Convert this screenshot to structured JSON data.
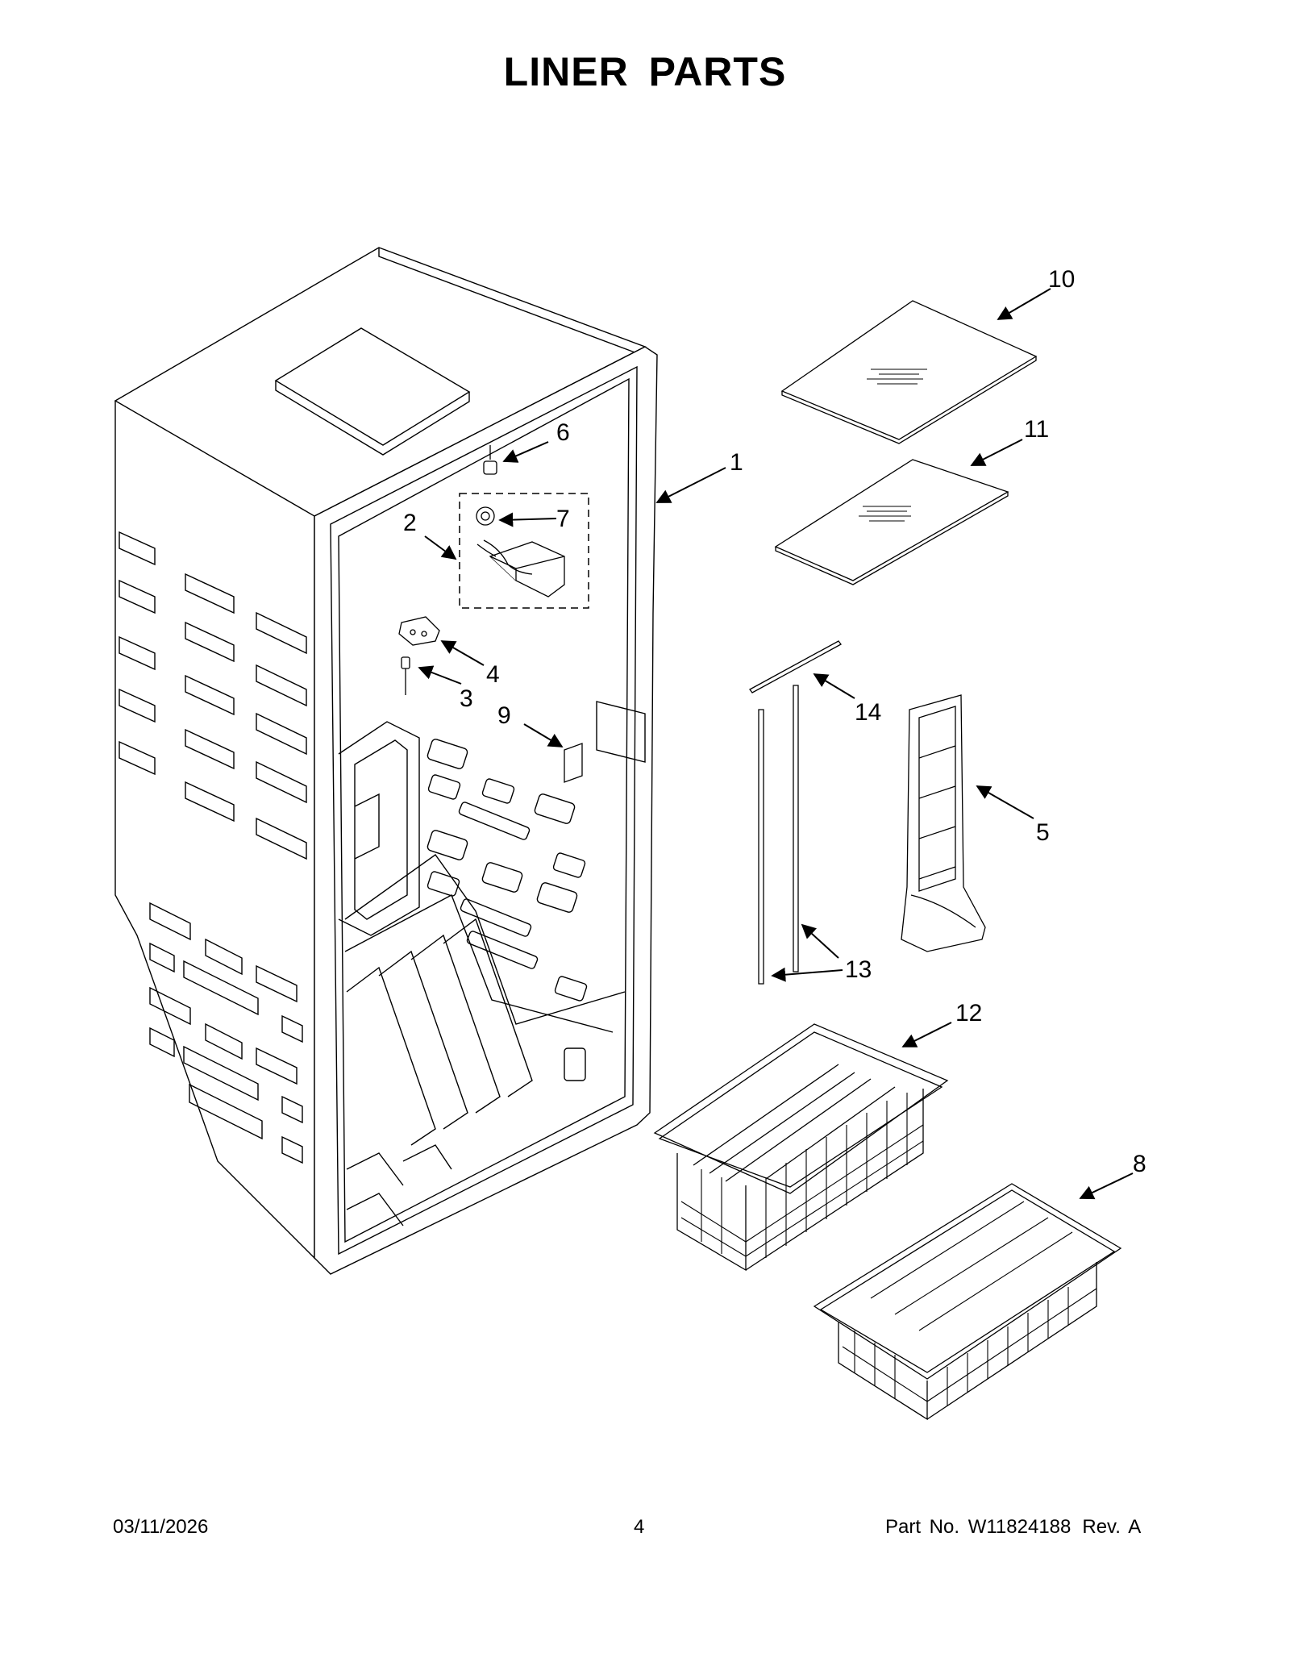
{
  "title": "LINER PARTS",
  "callouts": {
    "c1": "1",
    "c2": "2",
    "c3": "3",
    "c4": "4",
    "c5": "5",
    "c6": "6",
    "c7": "7",
    "c8": "8",
    "c9": "9",
    "c10": "10",
    "c11": "11",
    "c12": "12",
    "c13": "13",
    "c14": "14"
  },
  "footer": {
    "date": "03/11/2026",
    "page": "4",
    "part_label": "Part No.",
    "part_number": "W11824188",
    "revision": "Rev.  A"
  }
}
